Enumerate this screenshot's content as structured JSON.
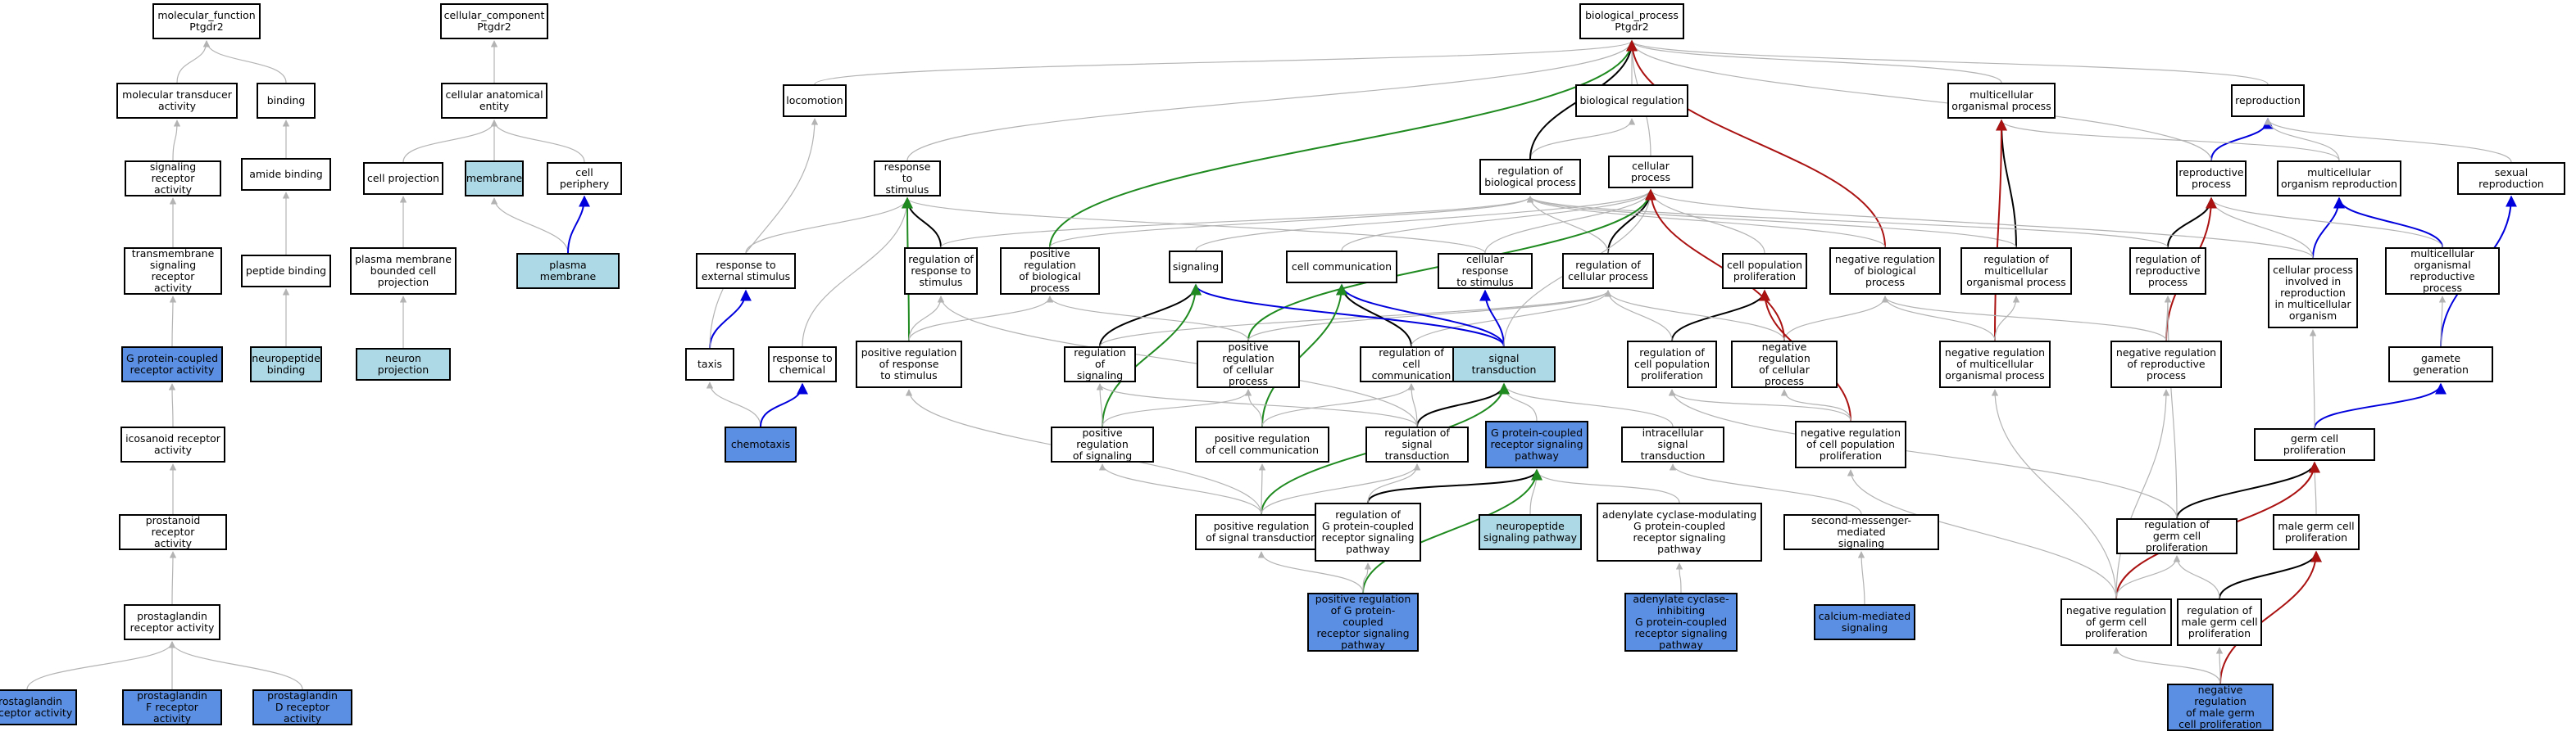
{
  "colors": {
    "grey": "#b3b3b3",
    "black": "#000000",
    "green": "#1f8a1f",
    "blue": "#0000dd",
    "red": "#aa1111",
    "white_fill": "#ffffff",
    "light_fill": "#add8e6",
    "dark_fill": "#5b8fe3"
  },
  "nodes": [
    {
      "id": "mf",
      "label": "molecular_function\nPtgdr2",
      "fill": "white"
    },
    {
      "id": "mta",
      "label": "molecular transducer\nactivity",
      "fill": "white"
    },
    {
      "id": "binding",
      "label": "binding",
      "fill": "white"
    },
    {
      "id": "sra",
      "label": "signaling receptor\nactivity",
      "fill": "white"
    },
    {
      "id": "amide",
      "label": "amide binding",
      "fill": "white"
    },
    {
      "id": "tmsra",
      "label": "transmembrane\nsignaling receptor\nactivity",
      "fill": "white"
    },
    {
      "id": "pepb",
      "label": "peptide binding",
      "fill": "white"
    },
    {
      "id": "gpcra",
      "label": "G protein-coupled\nreceptor activity",
      "fill": "dark"
    },
    {
      "id": "npb",
      "label": "neuropeptide\nbinding",
      "fill": "light"
    },
    {
      "id": "icos",
      "label": "icosanoid receptor\nactivity",
      "fill": "white"
    },
    {
      "id": "prostra",
      "label": "prostanoid receptor\nactivity",
      "fill": "white"
    },
    {
      "id": "pgra",
      "label": "prostaglandin\nreceptor activity",
      "fill": "white"
    },
    {
      "id": "pgj",
      "label": "prostaglandin\nJ receptor activity",
      "fill": "dark"
    },
    {
      "id": "pgf",
      "label": "prostaglandin\nF receptor activity",
      "fill": "dark"
    },
    {
      "id": "pgd",
      "label": "prostaglandin\nD receptor activity",
      "fill": "dark"
    },
    {
      "id": "cc",
      "label": "cellular_component\nPtgdr2",
      "fill": "white"
    },
    {
      "id": "cae",
      "label": "cellular anatomical\nentity",
      "fill": "white"
    },
    {
      "id": "cproj",
      "label": "cell projection",
      "fill": "white"
    },
    {
      "id": "membrane",
      "label": "membrane",
      "fill": "light"
    },
    {
      "id": "cperiph",
      "label": "cell periphery",
      "fill": "white"
    },
    {
      "id": "pmbcp",
      "label": "plasma membrane\nbounded cell\nprojection",
      "fill": "white"
    },
    {
      "id": "pm",
      "label": "plasma membrane",
      "fill": "light"
    },
    {
      "id": "neuproj",
      "label": "neuron projection",
      "fill": "light"
    },
    {
      "id": "bp",
      "label": "biological_process\nPtgdr2",
      "fill": "white"
    },
    {
      "id": "loco",
      "label": "locomotion",
      "fill": "white"
    },
    {
      "id": "breg",
      "label": "biological regulation",
      "fill": "white"
    },
    {
      "id": "mop",
      "label": "multicellular\norganismal process",
      "fill": "white"
    },
    {
      "id": "repro",
      "label": "reproduction",
      "fill": "white"
    },
    {
      "id": "rts",
      "label": "response to\nstimulus",
      "fill": "white"
    },
    {
      "id": "rbp",
      "label": "regulation of\nbiological process",
      "fill": "white"
    },
    {
      "id": "cp",
      "label": "cellular process",
      "fill": "white"
    },
    {
      "id": "rproc",
      "label": "reproductive\nprocess",
      "fill": "white"
    },
    {
      "id": "morep",
      "label": "multicellular\norganism reproduction",
      "fill": "white"
    },
    {
      "id": "sexrep",
      "label": "sexual reproduction",
      "fill": "white"
    },
    {
      "id": "res",
      "label": "response to\nexternal stimulus",
      "fill": "white"
    },
    {
      "id": "rrs",
      "label": "regulation of\nresponse to\nstimulus",
      "fill": "white"
    },
    {
      "id": "prbp",
      "label": "positive regulation\nof biological\nprocess",
      "fill": "white"
    },
    {
      "id": "signaling",
      "label": "signaling",
      "fill": "white"
    },
    {
      "id": "ccomm",
      "label": "cell communication",
      "fill": "white"
    },
    {
      "id": "crs",
      "label": "cellular response\nto stimulus",
      "fill": "white"
    },
    {
      "id": "rcp",
      "label": "regulation of\ncellular process",
      "fill": "white"
    },
    {
      "id": "cpp",
      "label": "cell population\nproliferation",
      "fill": "white"
    },
    {
      "id": "nrbp",
      "label": "negative regulation\nof biological\nprocess",
      "fill": "white"
    },
    {
      "id": "rmop",
      "label": "regulation of\nmulticellular\norganismal process",
      "fill": "white"
    },
    {
      "id": "rrp",
      "label": "regulation of\nreproductive\nprocess",
      "fill": "white"
    },
    {
      "id": "cpimo",
      "label": "cellular process\ninvolved in\nreproduction\nin multicellular\norganism",
      "fill": "white"
    },
    {
      "id": "morp",
      "label": "multicellular\norganismal reproductive\nprocess",
      "fill": "white"
    },
    {
      "id": "taxis",
      "label": "taxis",
      "fill": "white"
    },
    {
      "id": "rchem",
      "label": "response to\nchemical",
      "fill": "white"
    },
    {
      "id": "prrs",
      "label": "positive regulation\nof response\nto stimulus",
      "fill": "white"
    },
    {
      "id": "rsig",
      "label": "regulation of\nsignaling",
      "fill": "white"
    },
    {
      "id": "prcp",
      "label": "positive regulation\nof cellular\nprocess",
      "fill": "white"
    },
    {
      "id": "rcc",
      "label": "regulation of\ncell communication",
      "fill": "white"
    },
    {
      "id": "st",
      "label": "signal transduction",
      "fill": "light"
    },
    {
      "id": "rcpp",
      "label": "regulation of\ncell population\nproliferation",
      "fill": "white"
    },
    {
      "id": "nrcp",
      "label": "negative regulation\nof cellular\nprocess",
      "fill": "white"
    },
    {
      "id": "nrmop",
      "label": "negative regulation\nof multicellular\norganismal process",
      "fill": "white"
    },
    {
      "id": "nrrp",
      "label": "negative regulation\nof reproductive\nprocess",
      "fill": "white"
    },
    {
      "id": "gamgen",
      "label": "gamete generation",
      "fill": "white"
    },
    {
      "id": "chemo",
      "label": "chemotaxis",
      "fill": "dark"
    },
    {
      "id": "psig",
      "label": "positive regulation\nof signaling",
      "fill": "white"
    },
    {
      "id": "prcc",
      "label": "positive regulation\nof cell communication",
      "fill": "white"
    },
    {
      "id": "rst",
      "label": "regulation of\nsignal transduction",
      "fill": "white"
    },
    {
      "id": "gpcrsp",
      "label": "G protein-coupled\nreceptor signaling\npathway",
      "fill": "dark"
    },
    {
      "id": "ist",
      "label": "intracellular\nsignal transduction",
      "fill": "white"
    },
    {
      "id": "nrcpp",
      "label": "negative regulation\nof cell population\nproliferation",
      "fill": "white"
    },
    {
      "id": "gcp",
      "label": "germ cell proliferation",
      "fill": "white"
    },
    {
      "id": "prst",
      "label": "positive regulation\nof signal transduction",
      "fill": "white"
    },
    {
      "id": "rgpcr",
      "label": "regulation of\nG protein-coupled\nreceptor signaling\npathway",
      "fill": "white"
    },
    {
      "id": "npsp",
      "label": "neuropeptide\nsignaling pathway",
      "fill": "light"
    },
    {
      "id": "acm",
      "label": "adenylate cyclase-modulating\nG protein-coupled\nreceptor signaling\npathway",
      "fill": "white"
    },
    {
      "id": "smms",
      "label": "second-messenger-mediated\nsignaling",
      "fill": "white"
    },
    {
      "id": "rgcp",
      "label": "regulation of\ngerm cell proliferation",
      "fill": "white"
    },
    {
      "id": "mgcp",
      "label": "male germ cell\nproliferation",
      "fill": "white"
    },
    {
      "id": "pgpcr",
      "label": "positive regulation\nof G protein-coupled\nreceptor signaling\npathway",
      "fill": "dark"
    },
    {
      "id": "aci",
      "label": "adenylate cyclase-inhibiting\nG protein-coupled\nreceptor signaling\npathway",
      "fill": "dark"
    },
    {
      "id": "cams",
      "label": "calcium-mediated\nsignaling",
      "fill": "dark"
    },
    {
      "id": "nrgcp",
      "label": "negative regulation\nof germ cell\nproliferation",
      "fill": "white"
    },
    {
      "id": "rmgcp",
      "label": "regulation of\nmale germ cell\nproliferation",
      "fill": "white"
    },
    {
      "id": "nrmgcp",
      "label": "negative regulation\nof male germ\ncell proliferation",
      "fill": "dark"
    }
  ],
  "edges": [
    {
      "from": "mta",
      "to": "mf",
      "color": "grey"
    },
    {
      "from": "binding",
      "to": "mf",
      "color": "grey"
    },
    {
      "from": "sra",
      "to": "mta",
      "color": "grey"
    },
    {
      "from": "amide",
      "to": "binding",
      "color": "grey"
    },
    {
      "from": "tmsra",
      "to": "sra",
      "color": "grey"
    },
    {
      "from": "pepb",
      "to": "amide",
      "color": "grey"
    },
    {
      "from": "gpcra",
      "to": "tmsra",
      "color": "grey"
    },
    {
      "from": "npb",
      "to": "pepb",
      "color": "grey"
    },
    {
      "from": "icos",
      "to": "gpcra",
      "color": "grey"
    },
    {
      "from": "prostra",
      "to": "icos",
      "color": "grey"
    },
    {
      "from": "pgra",
      "to": "prostra",
      "color": "grey"
    },
    {
      "from": "pgj",
      "to": "pgra",
      "color": "grey"
    },
    {
      "from": "pgf",
      "to": "pgra",
      "color": "grey"
    },
    {
      "from": "pgd",
      "to": "pgra",
      "color": "grey"
    },
    {
      "from": "cae",
      "to": "cc",
      "color": "grey"
    },
    {
      "from": "cproj",
      "to": "cae",
      "color": "grey"
    },
    {
      "from": "membrane",
      "to": "cae",
      "color": "grey"
    },
    {
      "from": "cperiph",
      "to": "cae",
      "color": "grey"
    },
    {
      "from": "pmbcp",
      "to": "cproj",
      "color": "grey"
    },
    {
      "from": "pm",
      "to": "membrane",
      "color": "grey"
    },
    {
      "from": "pm",
      "to": "cperiph",
      "color": "blue"
    },
    {
      "from": "neuproj",
      "to": "pmbcp",
      "color": "grey"
    },
    {
      "from": "loco",
      "to": "bp",
      "color": "grey"
    },
    {
      "from": "breg",
      "to": "bp",
      "color": "grey"
    },
    {
      "from": "mop",
      "to": "bp",
      "color": "grey"
    },
    {
      "from": "repro",
      "to": "bp",
      "color": "grey"
    },
    {
      "from": "rts",
      "to": "bp",
      "color": "grey"
    },
    {
      "from": "rbp",
      "to": "breg",
      "color": "grey"
    },
    {
      "from": "rbp",
      "to": "bp",
      "color": "black"
    },
    {
      "from": "cp",
      "to": "bp",
      "color": "grey"
    },
    {
      "from": "rproc",
      "to": "repro",
      "color": "blue"
    },
    {
      "from": "rproc",
      "to": "bp",
      "color": "grey"
    },
    {
      "from": "morep",
      "to": "repro",
      "color": "grey"
    },
    {
      "from": "morep",
      "to": "mop",
      "color": "grey"
    },
    {
      "from": "sexrep",
      "to": "repro",
      "color": "grey"
    },
    {
      "from": "res",
      "to": "rts",
      "color": "grey"
    },
    {
      "from": "rrs",
      "to": "rts",
      "color": "black"
    },
    {
      "from": "rrs",
      "to": "rbp",
      "color": "grey"
    },
    {
      "from": "prbp",
      "to": "bp",
      "color": "green"
    },
    {
      "from": "prbp",
      "to": "rbp",
      "color": "grey"
    },
    {
      "from": "signaling",
      "to": "cp",
      "color": "grey"
    },
    {
      "from": "ccomm",
      "to": "cp",
      "color": "grey"
    },
    {
      "from": "crs",
      "to": "rts",
      "color": "grey"
    },
    {
      "from": "crs",
      "to": "cp",
      "color": "grey"
    },
    {
      "from": "rcp",
      "to": "cp",
      "color": "black"
    },
    {
      "from": "rcp",
      "to": "rbp",
      "color": "grey"
    },
    {
      "from": "cpp",
      "to": "cp",
      "color": "grey"
    },
    {
      "from": "nrbp",
      "to": "bp",
      "color": "red"
    },
    {
      "from": "nrbp",
      "to": "rbp",
      "color": "grey"
    },
    {
      "from": "rmop",
      "to": "mop",
      "color": "black"
    },
    {
      "from": "rmop",
      "to": "rbp",
      "color": "grey"
    },
    {
      "from": "rrp",
      "to": "rproc",
      "color": "black"
    },
    {
      "from": "rrp",
      "to": "rbp",
      "color": "grey"
    },
    {
      "from": "cpimo",
      "to": "morep",
      "color": "blue"
    },
    {
      "from": "cpimo",
      "to": "cp",
      "color": "grey"
    },
    {
      "from": "cpimo",
      "to": "rproc",
      "color": "grey"
    },
    {
      "from": "morp",
      "to": "morep",
      "color": "blue"
    },
    {
      "from": "morp",
      "to": "rproc",
      "color": "grey"
    },
    {
      "from": "taxis",
      "to": "res",
      "color": "blue"
    },
    {
      "from": "taxis",
      "to": "loco",
      "color": "grey"
    },
    {
      "from": "rchem",
      "to": "rts",
      "color": "grey"
    },
    {
      "from": "prrs",
      "to": "rts",
      "color": "green"
    },
    {
      "from": "prrs",
      "to": "rrs",
      "color": "grey"
    },
    {
      "from": "prrs",
      "to": "prbp",
      "color": "grey"
    },
    {
      "from": "rsig",
      "to": "signaling",
      "color": "black"
    },
    {
      "from": "rsig",
      "to": "rcp",
      "color": "grey"
    },
    {
      "from": "prcp",
      "to": "cp",
      "color": "green"
    },
    {
      "from": "prcp",
      "to": "prbp",
      "color": "grey"
    },
    {
      "from": "prcp",
      "to": "rcp",
      "color": "grey"
    },
    {
      "from": "rcc",
      "to": "ccomm",
      "color": "black"
    },
    {
      "from": "rcc",
      "to": "rcp",
      "color": "grey"
    },
    {
      "from": "st",
      "to": "signaling",
      "color": "blue"
    },
    {
      "from": "st",
      "to": "ccomm",
      "color": "blue"
    },
    {
      "from": "st",
      "to": "crs",
      "color": "blue"
    },
    {
      "from": "st",
      "to": "cp",
      "color": "grey"
    },
    {
      "from": "rcpp",
      "to": "cpp",
      "color": "black"
    },
    {
      "from": "rcpp",
      "to": "rcp",
      "color": "grey"
    },
    {
      "from": "nrcp",
      "to": "cp",
      "color": "red"
    },
    {
      "from": "nrcp",
      "to": "nrbp",
      "color": "grey"
    },
    {
      "from": "nrcp",
      "to": "rcp",
      "color": "grey"
    },
    {
      "from": "nrmop",
      "to": "mop",
      "color": "red"
    },
    {
      "from": "nrmop",
      "to": "nrbp",
      "color": "grey"
    },
    {
      "from": "nrmop",
      "to": "rmop",
      "color": "grey"
    },
    {
      "from": "nrrp",
      "to": "rproc",
      "color": "red"
    },
    {
      "from": "nrrp",
      "to": "nrbp",
      "color": "grey"
    },
    {
      "from": "nrrp",
      "to": "rrp",
      "color": "grey"
    },
    {
      "from": "gamgen",
      "to": "sexrep",
      "color": "blue"
    },
    {
      "from": "gamgen",
      "to": "morp",
      "color": "grey"
    },
    {
      "from": "chemo",
      "to": "taxis",
      "color": "grey"
    },
    {
      "from": "chemo",
      "to": "rchem",
      "color": "blue"
    },
    {
      "from": "psig",
      "to": "signaling",
      "color": "green"
    },
    {
      "from": "psig",
      "to": "rsig",
      "color": "grey"
    },
    {
      "from": "psig",
      "to": "prcp",
      "color": "grey"
    },
    {
      "from": "prcc",
      "to": "ccomm",
      "color": "green"
    },
    {
      "from": "prcc",
      "to": "rcc",
      "color": "grey"
    },
    {
      "from": "prcc",
      "to": "prcp",
      "color": "grey"
    },
    {
      "from": "rst",
      "to": "st",
      "color": "black"
    },
    {
      "from": "rst",
      "to": "rsig",
      "color": "grey"
    },
    {
      "from": "rst",
      "to": "rcc",
      "color": "grey"
    },
    {
      "from": "rst",
      "to": "rrs",
      "color": "grey"
    },
    {
      "from": "gpcrsp",
      "to": "st",
      "color": "grey"
    },
    {
      "from": "ist",
      "to": "st",
      "color": "grey"
    },
    {
      "from": "nrcpp",
      "to": "cpp",
      "color": "red"
    },
    {
      "from": "nrcpp",
      "to": "nrcp",
      "color": "grey"
    },
    {
      "from": "nrcpp",
      "to": "rcpp",
      "color": "grey"
    },
    {
      "from": "gcp",
      "to": "gamgen",
      "color": "blue"
    },
    {
      "from": "gcp",
      "to": "cpimo",
      "color": "grey"
    },
    {
      "from": "prst",
      "to": "st",
      "color": "green"
    },
    {
      "from": "prst",
      "to": "rst",
      "color": "grey"
    },
    {
      "from": "prst",
      "to": "psig",
      "color": "grey"
    },
    {
      "from": "prst",
      "to": "prcc",
      "color": "grey"
    },
    {
      "from": "prst",
      "to": "prrs",
      "color": "grey"
    },
    {
      "from": "rgpcr",
      "to": "gpcrsp",
      "color": "black"
    },
    {
      "from": "rgpcr",
      "to": "rst",
      "color": "grey"
    },
    {
      "from": "npsp",
      "to": "gpcrsp",
      "color": "grey"
    },
    {
      "from": "acm",
      "to": "gpcrsp",
      "color": "grey"
    },
    {
      "from": "smms",
      "to": "ist",
      "color": "grey"
    },
    {
      "from": "rgcp",
      "to": "gcp",
      "color": "black"
    },
    {
      "from": "rgcp",
      "to": "rcpp",
      "color": "grey"
    },
    {
      "from": "rgcp",
      "to": "rrp",
      "color": "grey"
    },
    {
      "from": "mgcp",
      "to": "gcp",
      "color": "grey"
    },
    {
      "from": "pgpcr",
      "to": "gpcrsp",
      "color": "green"
    },
    {
      "from": "pgpcr",
      "to": "rgpcr",
      "color": "grey"
    },
    {
      "from": "pgpcr",
      "to": "prst",
      "color": "grey"
    },
    {
      "from": "aci",
      "to": "acm",
      "color": "grey"
    },
    {
      "from": "cams",
      "to": "smms",
      "color": "grey"
    },
    {
      "from": "nrgcp",
      "to": "gcp",
      "color": "red"
    },
    {
      "from": "nrgcp",
      "to": "rgcp",
      "color": "grey"
    },
    {
      "from": "nrgcp",
      "to": "nrcpp",
      "color": "grey"
    },
    {
      "from": "nrgcp",
      "to": "nrrp",
      "color": "grey"
    },
    {
      "from": "nrgcp",
      "to": "nrmop",
      "color": "grey"
    },
    {
      "from": "rmgcp",
      "to": "mgcp",
      "color": "black"
    },
    {
      "from": "rmgcp",
      "to": "rgcp",
      "color": "grey"
    },
    {
      "from": "nrmgcp",
      "to": "mgcp",
      "color": "red"
    },
    {
      "from": "nrmgcp",
      "to": "rmgcp",
      "color": "grey"
    },
    {
      "from": "nrmgcp",
      "to": "nrgcp",
      "color": "grey"
    }
  ]
}
